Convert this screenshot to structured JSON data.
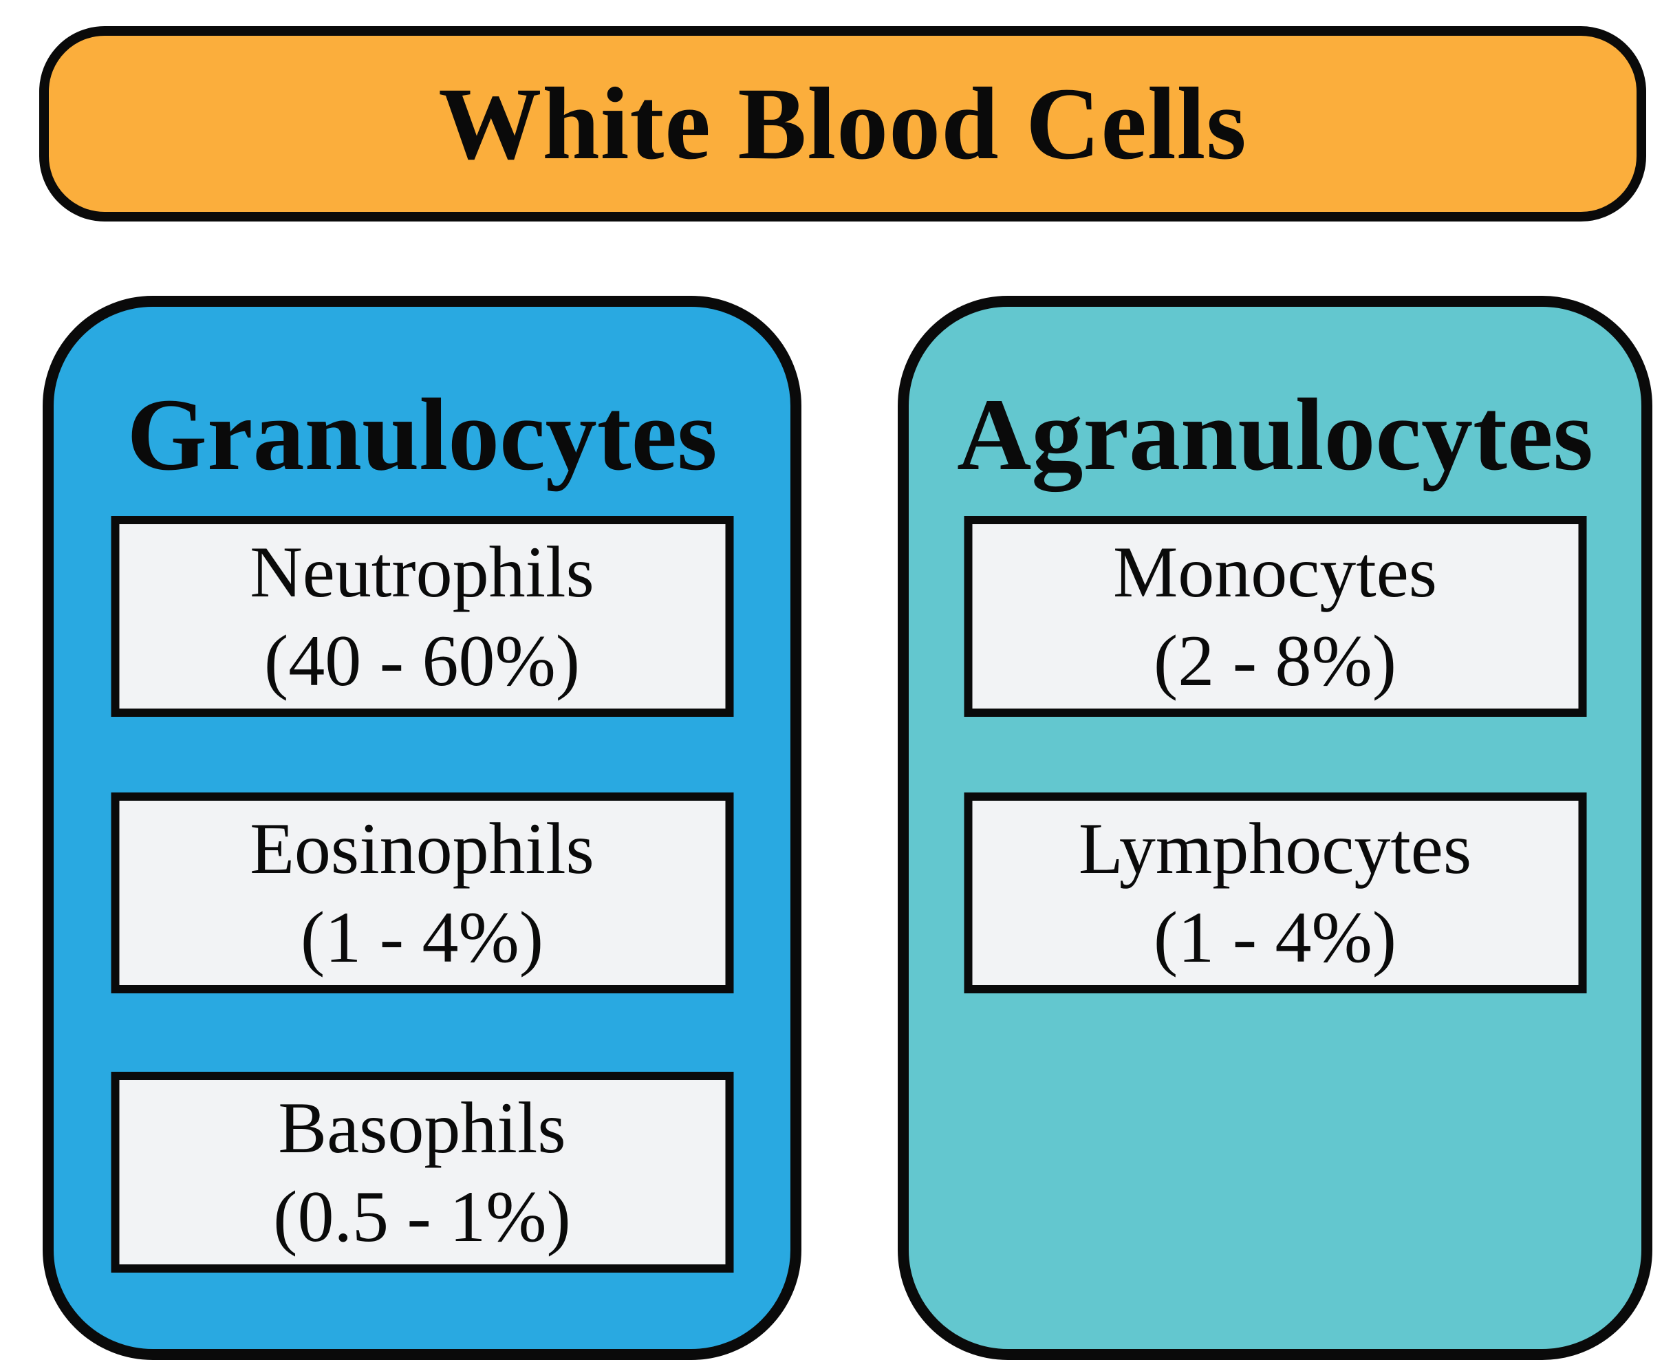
{
  "title": "White Blood Cells",
  "colors": {
    "title_bg": "#FBAE3C",
    "granulocytes_bg": "#29A9E1",
    "agranulocytes_bg": "#63C7CF",
    "box_bg": "#F2F3F5",
    "border": "#0A0A0A"
  },
  "groups": [
    {
      "id": "granulocytes",
      "label": "Granulocytes",
      "cells": [
        {
          "name": "Neutrophils",
          "range": "(40 - 60%)"
        },
        {
          "name": "Eosinophils",
          "range": "(1 - 4%)"
        },
        {
          "name": "Basophils",
          "range": "(0.5 - 1%)"
        }
      ]
    },
    {
      "id": "agranulocytes",
      "label": "Agranulocytes",
      "cells": [
        {
          "name": "Monocytes",
          "range": "(2 - 8%)"
        },
        {
          "name": "Lymphocytes",
          "range": "(1 - 4%)"
        }
      ]
    }
  ]
}
